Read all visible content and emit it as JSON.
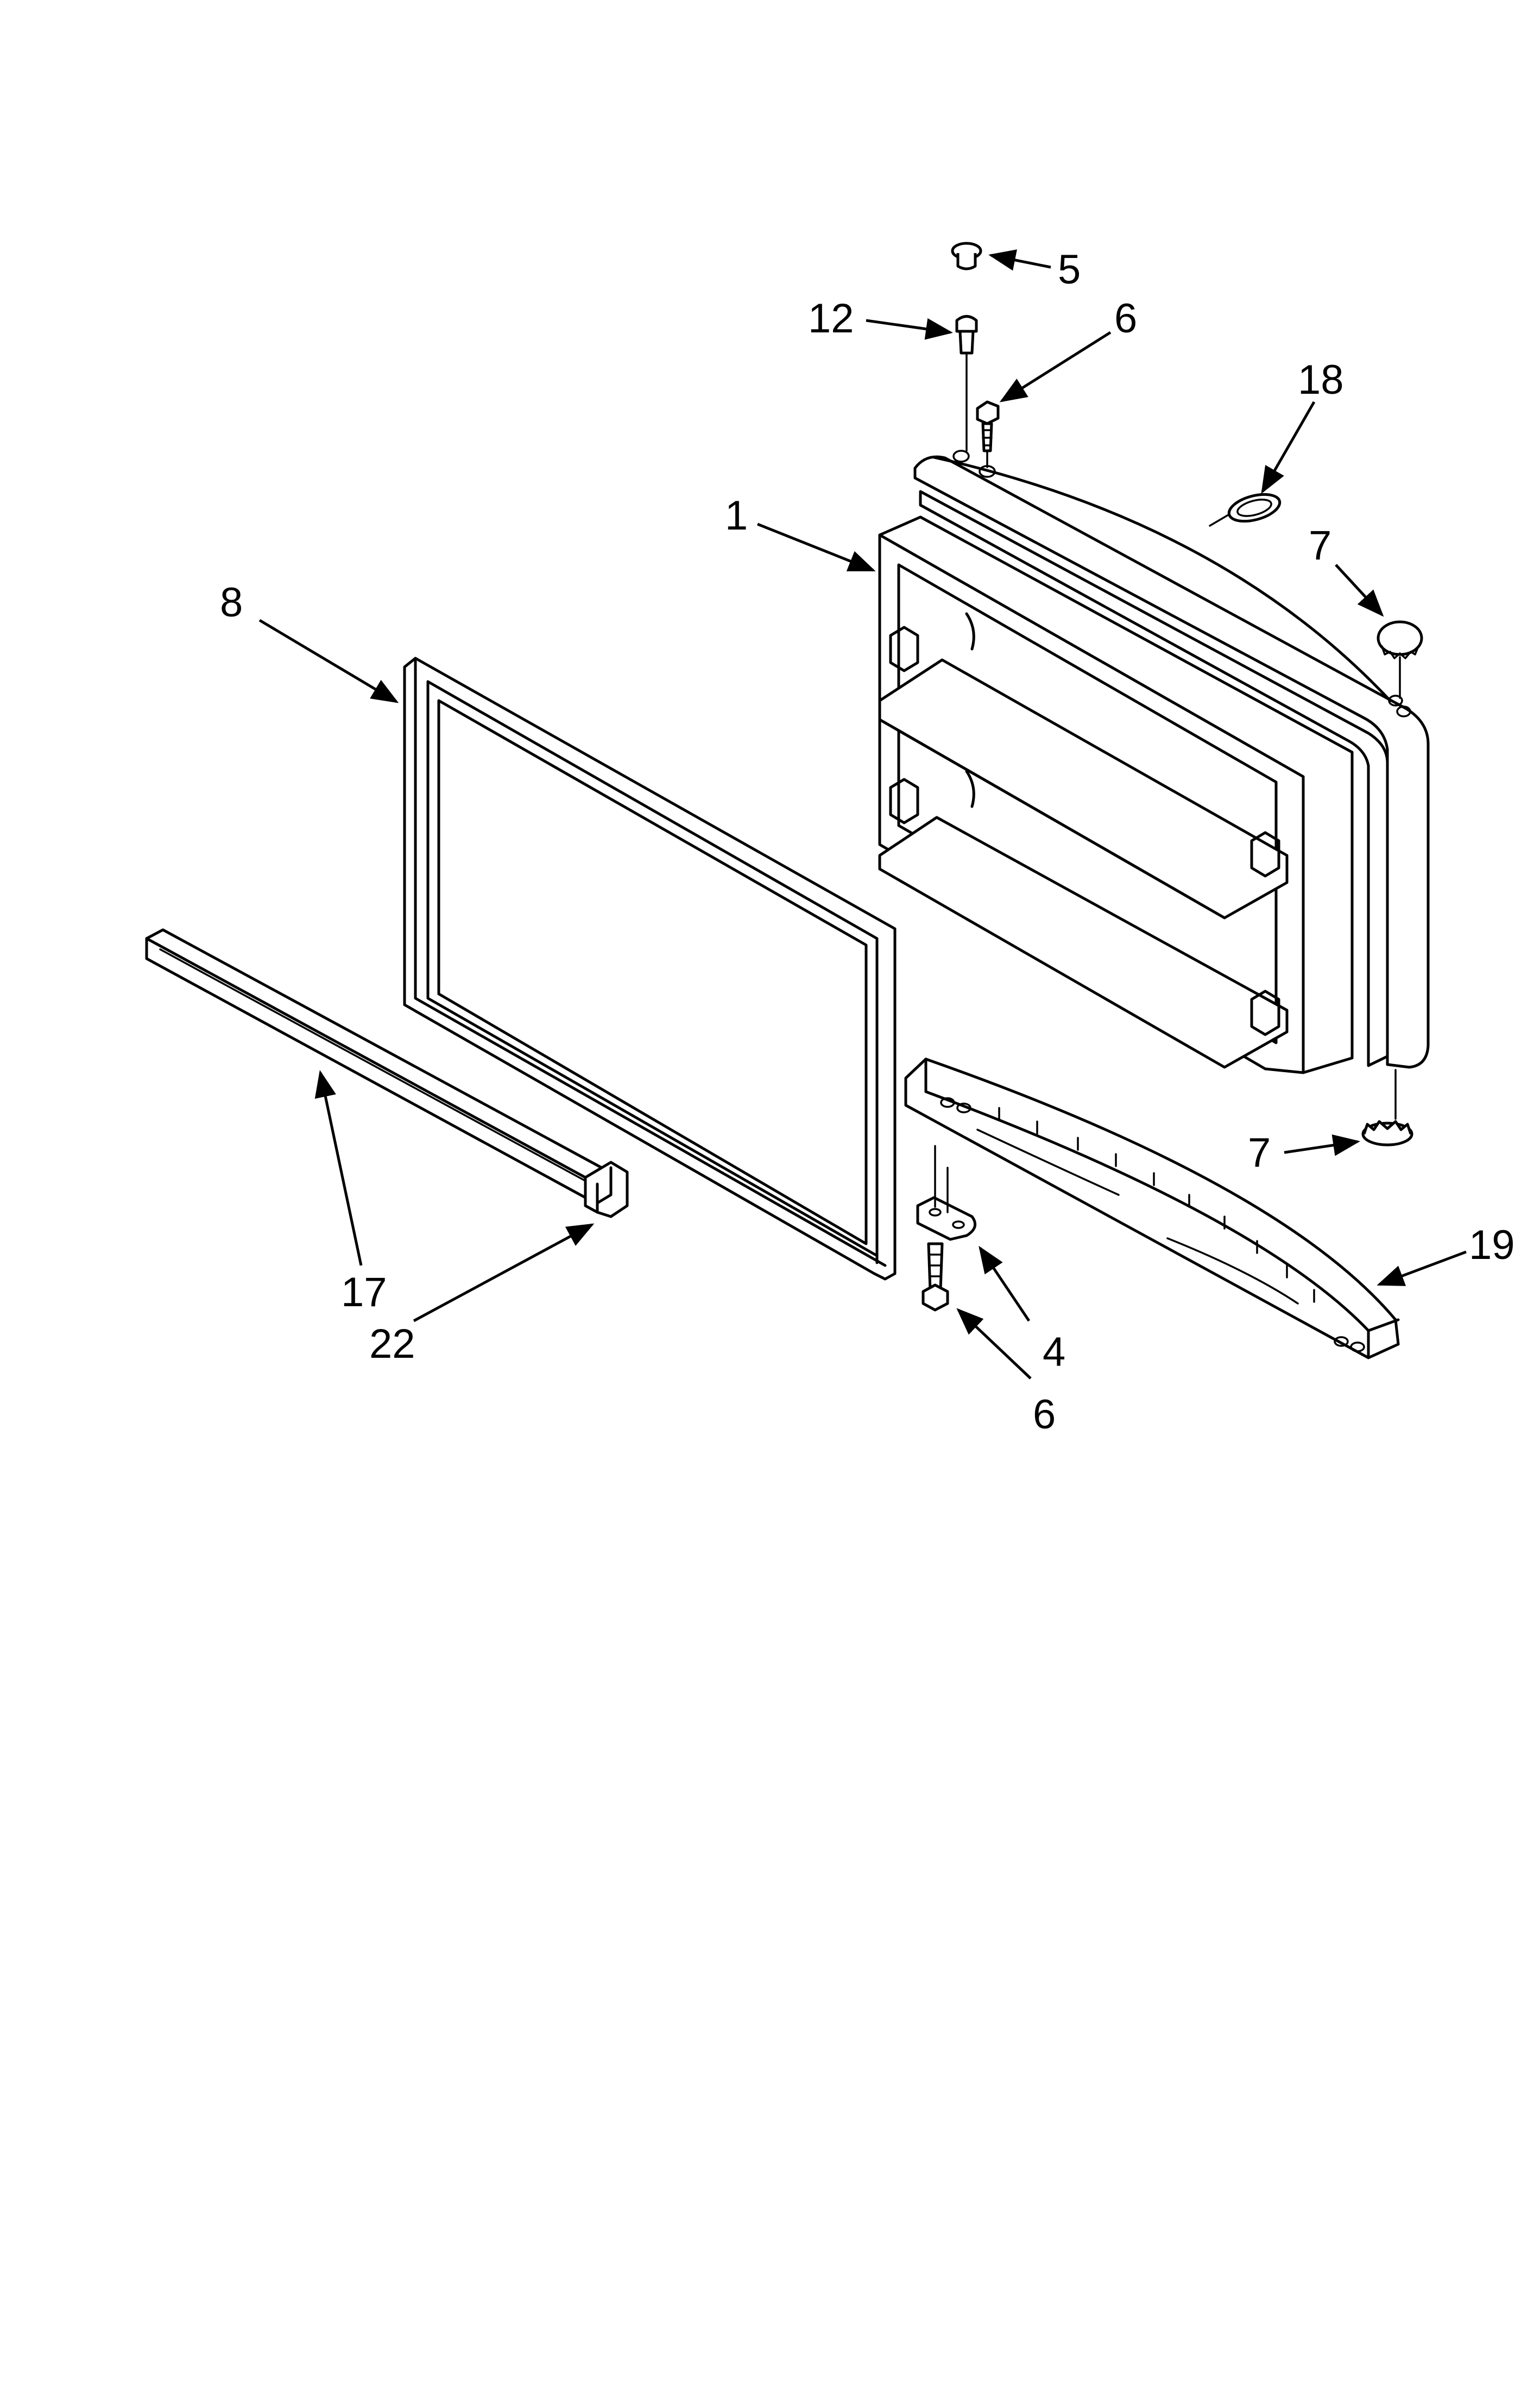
{
  "diagram": {
    "colors": {
      "line": "#000000",
      "background": "#ffffff"
    },
    "callouts": [
      {
        "id": "5",
        "text": "5"
      },
      {
        "id": "12",
        "text": "12"
      },
      {
        "id": "6a",
        "text": "6"
      },
      {
        "id": "18",
        "text": "18"
      },
      {
        "id": "1",
        "text": "1"
      },
      {
        "id": "7a",
        "text": "7"
      },
      {
        "id": "8",
        "text": "8"
      },
      {
        "id": "7b",
        "text": "7"
      },
      {
        "id": "19",
        "text": "19"
      },
      {
        "id": "17",
        "text": "17"
      },
      {
        "id": "22",
        "text": "22"
      },
      {
        "id": "4",
        "text": "4"
      },
      {
        "id": "6b",
        "text": "6"
      }
    ]
  }
}
